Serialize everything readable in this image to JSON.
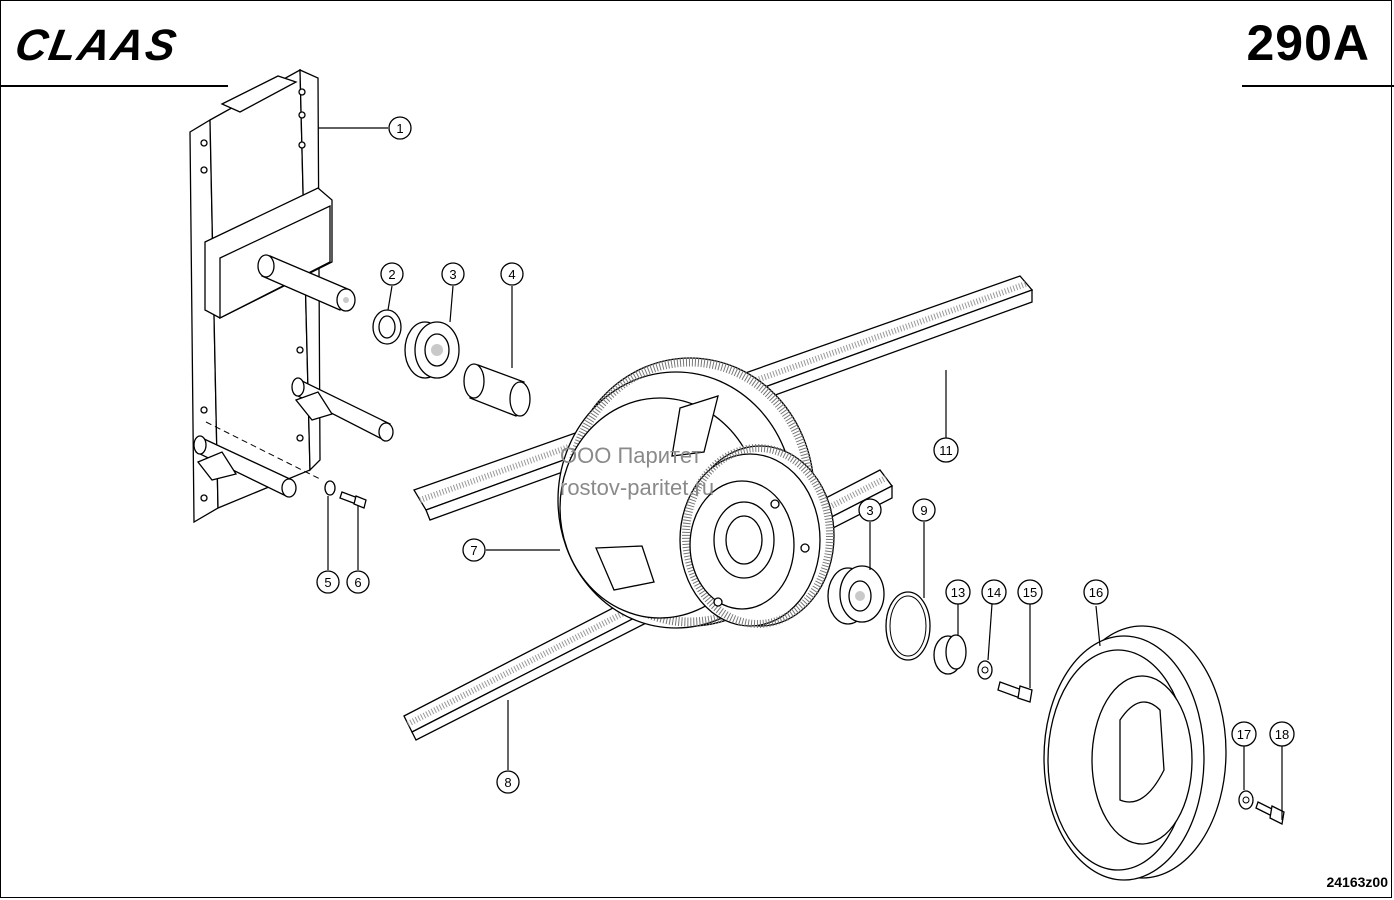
{
  "header": {
    "brand": "CLAAS",
    "page_number": "290A"
  },
  "watermark": {
    "line1": "ООО Паритет",
    "line2": "rostov-paritet.ru"
  },
  "figure_id": "24163z00",
  "callouts": [
    {
      "id": "c1",
      "label": "1"
    },
    {
      "id": "c2",
      "label": "2"
    },
    {
      "id": "c3a",
      "label": "3"
    },
    {
      "id": "c4",
      "label": "4"
    },
    {
      "id": "c5",
      "label": "5"
    },
    {
      "id": "c6",
      "label": "6"
    },
    {
      "id": "c7",
      "label": "7"
    },
    {
      "id": "c8",
      "label": "8"
    },
    {
      "id": "c3b",
      "label": "3"
    },
    {
      "id": "c9",
      "label": "9"
    },
    {
      "id": "c11",
      "label": "11"
    },
    {
      "id": "c13",
      "label": "13"
    },
    {
      "id": "c14",
      "label": "14"
    },
    {
      "id": "c15",
      "label": "15"
    },
    {
      "id": "c16",
      "label": "16"
    },
    {
      "id": "c17",
      "label": "17"
    },
    {
      "id": "c18",
      "label": "18"
    }
  ]
}
